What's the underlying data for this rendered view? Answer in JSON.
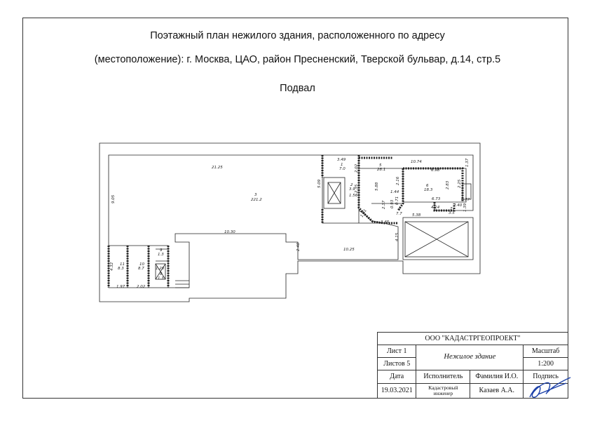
{
  "header": {
    "line1": "Поэтажный план нежилого здания, расположенного по адресу",
    "line2": "(местоположение): г. Москва, ЦАО, район Пресненский, Тверской бульвар, д.14, стр.5",
    "floor": "Подвал"
  },
  "plan_labels": {
    "d_21_25": "21.25",
    "d_9_05": "9.05",
    "room3_num": "3",
    "room3_area": "221.2",
    "d_10_30": "10.30",
    "d_10_25": "10.25",
    "d_2_40": "2.40",
    "d_4_15": "4.15",
    "d_3_49": "3.49",
    "room1_num": "1",
    "room1_area": "7.0",
    "d_2_02a": "2.02",
    "d_5_09": "5.09",
    "room2_num": "2",
    "room2_area": "3.9",
    "d_1_56": "1.56",
    "d_2_35": "2.35",
    "d_10_74": "10.74",
    "room5_num": "5",
    "room5_area": "28.1",
    "d_6_98": "6.98",
    "d_1_37": "1.37",
    "d_5_88": "5.88",
    "d_1_44": "1.44",
    "d_2_16": "2.16",
    "room6_num": "6",
    "room6_area": "18.3",
    "d_2_83": "2.83",
    "d_2_25": "2.25",
    "d_6_73": "6.73",
    "d_2_37": "2.37",
    "d_0_93": "0.93",
    "d_0_71": "0.71",
    "room4_num": "4",
    "room4_area": "7.7",
    "d_4_14": "4.14",
    "d_2_40b": "2.40",
    "d_0_77": "0.77",
    "d_1_39": "1.39",
    "room7_num": "7",
    "room7_area": "3.5",
    "d_5_38": "5.38",
    "d_3_45": "3.45",
    "d_1_01": "1.01",
    "room11_num": "11",
    "room11_area": "8.3",
    "room10_num": "10",
    "room10_area": "8.7",
    "room9_num": "9",
    "room9_area": "1.3",
    "room8_num": "8",
    "room8_area": "1.3",
    "d_4_32": "4.32",
    "d_1_97": "1.97",
    "d_2_02": "2.02",
    "d_1_20": "1.20"
  },
  "stamp": {
    "company": "ООО   \"КАДАСТРГЕОПРОЕКТ\"",
    "sheet": "Лист 1",
    "sheets": "Листов 5",
    "object": "Нежилое здание",
    "scale_label": "Масштаб",
    "scale_value": "1:200",
    "date_label": "Дата",
    "performer_label": "Исполнитель",
    "name_label": "Фамилия И.О.",
    "signature_label": "Подпись",
    "date_value": "19.03.2021",
    "role_line1": "Кадастровый",
    "role_line2": "инженер",
    "name_value": "Казаев А.А."
  }
}
